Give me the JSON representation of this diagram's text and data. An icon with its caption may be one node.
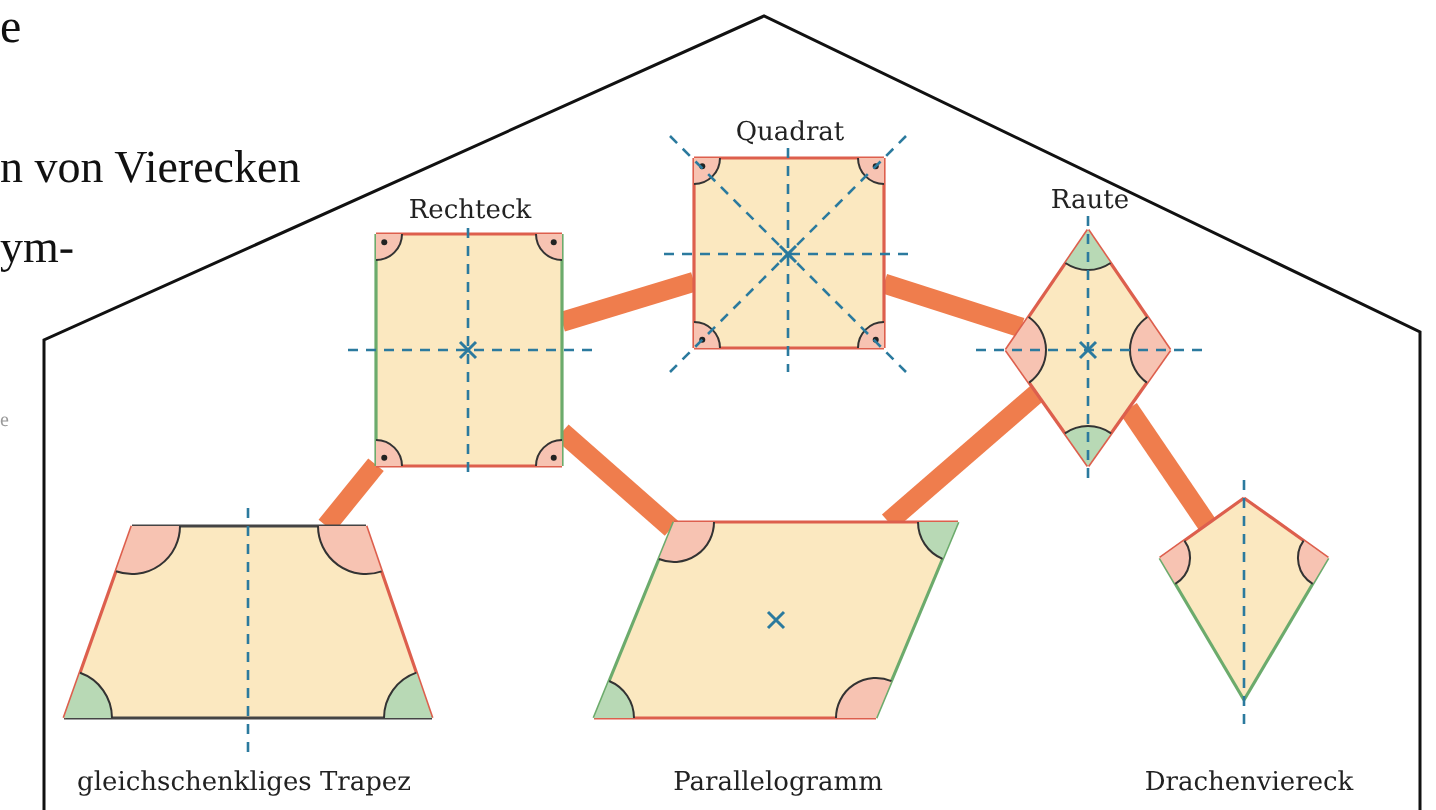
{
  "diagram": {
    "nodes": [
      {
        "text": [
          "Rechteck"
        ]
      },
      {
        "text": [
          "Quadrat"
        ]
      },
      {
        "text": [
          "Raute"
        ]
      },
      {
        "text": [
          "gleichschenkliges Trapez"
        ]
      },
      {
        "text": [
          "Parallelogramm"
        ]
      },
      {
        "text": [
          "Drachenviereck"
        ]
      }
    ],
    "edges": [
      {
        "from": 0,
        "to": 1,
        "arrow": "none"
      },
      {
        "from": 1,
        "to": 2,
        "arrow": "none"
      },
      {
        "from": 0,
        "to": 3,
        "arrow": "none"
      },
      {
        "from": 0,
        "to": 4,
        "arrow": "none"
      },
      {
        "from": 2,
        "to": 4,
        "arrow": "none"
      },
      {
        "from": 2,
        "to": 5,
        "arrow": "none"
      }
    ],
    "labels": [
      "e",
      "n von Vierecken",
      "ym-",
      "e"
    ]
  }
}
